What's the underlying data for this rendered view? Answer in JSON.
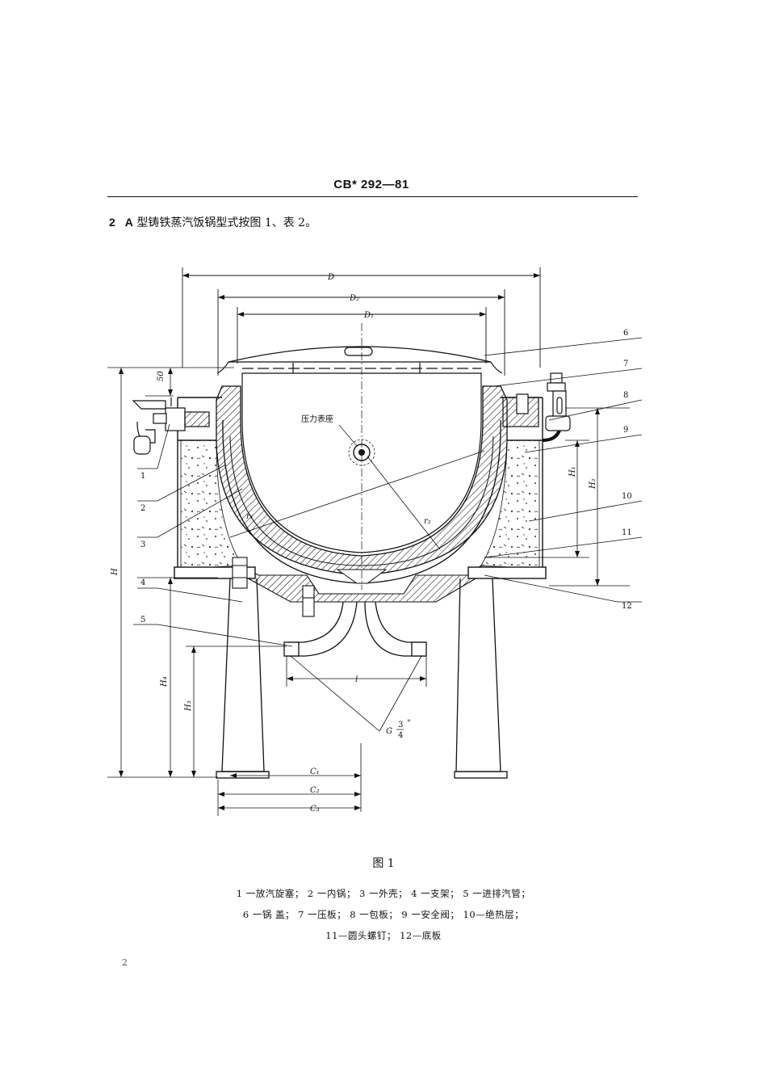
{
  "header": {
    "code": "CB* 292—81"
  },
  "section": {
    "number": "2",
    "latin": "A",
    "text": " 型铸铁蒸汽饭锅型式按图 1、表 2。"
  },
  "figure": {
    "caption": "图 1",
    "center_label": "压力表座",
    "dimensions": {
      "D": "D",
      "D2": "D₂",
      "D1": "D₁",
      "H": "H",
      "H1": "H₁",
      "H2": "H₂",
      "H3": "H₃",
      "H4": "H₄",
      "C1": "C₁",
      "C2": "C₂",
      "C3": "C₃",
      "l": "l",
      "fifty": "50",
      "r1": "r₁",
      "r2": "r₂",
      "thread": "G",
      "thread_num": "3",
      "thread_den": "4",
      "thread_mark": "\""
    },
    "callouts": [
      "1",
      "2",
      "3",
      "4",
      "5",
      "6",
      "7",
      "8",
      "9",
      "10",
      "11",
      "12"
    ]
  },
  "legend": {
    "line1": "1 一放汽旋塞；  2 一内锅；  3 一外壳；  4 一支架；  5 一进排汽管；",
    "line2": "6 一锅 盖；    7 一压板；  8 一包板；  9 一安全阀；    10—绝热层；",
    "line3": "11—圆头螺钉；  12—底板"
  },
  "page_number": "2"
}
